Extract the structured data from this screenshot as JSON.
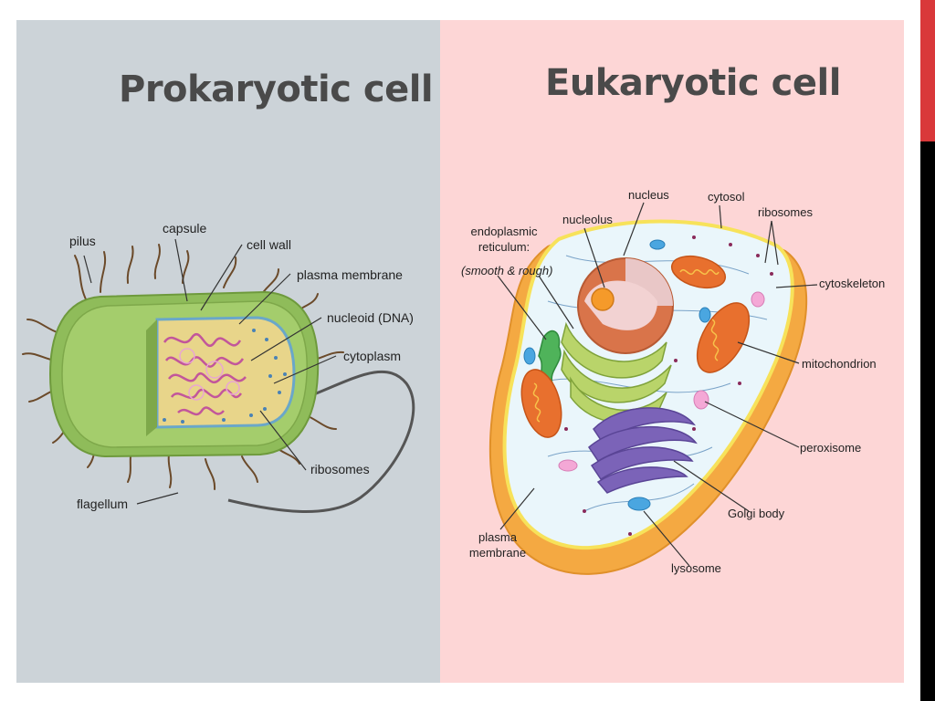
{
  "prokaryote": {
    "title": "Prokaryotic cell",
    "labels": {
      "pilus": "pilus",
      "capsule": "capsule",
      "cell_wall": "cell wall",
      "plasma_membrane": "plasma membrane",
      "nucleoid": "nucleoid (DNA)",
      "cytoplasm": "cytoplasm",
      "ribosomes": "ribosomes",
      "flagellum": "flagellum"
    }
  },
  "eukaryote": {
    "title": "Eukaryotic cell",
    "labels": {
      "nucleus": "nucleus",
      "cytosol": "cytosol",
      "ribosomes": "ribosomes",
      "nucleolus": "nucleolus",
      "er_line1": "endoplasmic",
      "er_line2": "reticulum:",
      "er_note": "(smooth & rough)",
      "cytoskeleton": "cytoskeleton",
      "mitochondrion": "mitochondrion",
      "peroxisome": "peroxisome",
      "golgi": "Golgi body",
      "lysosome": "lysosome",
      "pm_line1": "plasma",
      "pm_line2": "membrane"
    }
  },
  "colors": {
    "prokaryote_bg": "#ccd3d8",
    "eukaryote_bg": "#fdd6d6",
    "accent_bar": "#d9383a",
    "side_bar": "#000000"
  }
}
